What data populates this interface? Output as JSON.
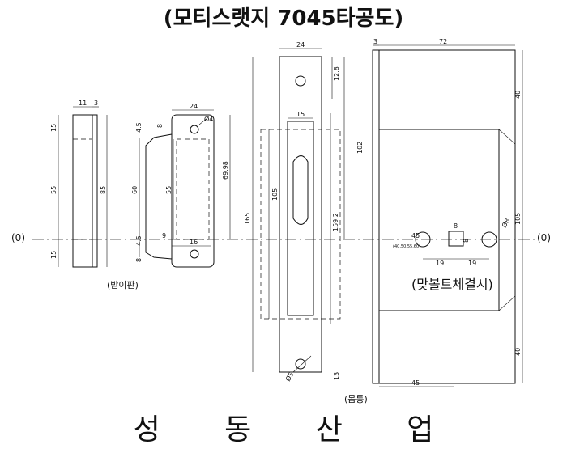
{
  "title": "(모티스랫지 7045타공도)",
  "company": "성 동 산 업",
  "axis_label_left": "(0)",
  "axis_label_right": "(0)",
  "views": {
    "strike_plate": {
      "caption": "(받이판)"
    },
    "body": {
      "caption": "(몸통)"
    },
    "bolt_note": {
      "caption": "(맞볼트체결시)",
      "backset_note": "(40,50,55,60)"
    }
  },
  "dimensions": {
    "side_11": "11",
    "side_3": "3",
    "side_15_top": "15",
    "side_55": "55",
    "side_85": "85",
    "side_15_bot": "15",
    "face_24": "24",
    "face_8_top": "8",
    "face_4_5_top": "4.5",
    "face_dia4": "Ø4",
    "face_60": "60",
    "face_55": "55",
    "face_69_98": "69.98",
    "face_4_5_bot": "4.5",
    "face_9": "9",
    "face_16": "16",
    "face_8_bot": "8",
    "front_24": "24",
    "front_12_8": "12.8",
    "front_15": "15",
    "front_102": "102",
    "front_165": "165",
    "front_105": "105",
    "front_159_2": "159.2",
    "front_dia5": "Ø5",
    "front_13": "13",
    "body_3": "3",
    "body_72": "72",
    "body_40_top": "40",
    "body_105": "105",
    "body_40_bot": "40",
    "body_45_bottom": "45",
    "body_45_backset": "45",
    "body_8_w": "8",
    "body_8_h": "8",
    "body_dia8": "Ø8",
    "body_19_left": "19",
    "body_19_right": "19"
  }
}
